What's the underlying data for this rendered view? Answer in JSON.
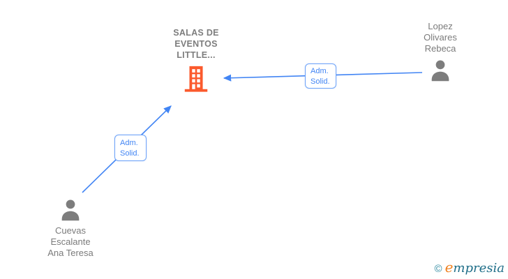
{
  "canvas": {
    "background": "#ffffff"
  },
  "colors": {
    "edge": "#4285f4",
    "edge_label_text": "#4285f4",
    "edge_label_border": "#6fa4f8",
    "node_text": "#7b7b7b",
    "building_icon": "#fb5a2d",
    "person_icon": "#7d7d7d",
    "logo_teal": "#1f6e88",
    "logo_orange": "#f0811f"
  },
  "nodes": {
    "company": {
      "name_lines": [
        "SALAS DE",
        "EVENTOS",
        "LITTLE..."
      ],
      "icon": "building-icon"
    },
    "person_right": {
      "name_lines": [
        "Lopez",
        "Olivares",
        "Rebeca"
      ],
      "icon": "person-icon"
    },
    "person_left": {
      "name_lines": [
        "Cuevas",
        "Escalante",
        "Ana Teresa"
      ],
      "icon": "person-icon"
    }
  },
  "edges": [
    {
      "from": "person_right",
      "to": "company",
      "label_lines": [
        "Adm.",
        "Solid."
      ]
    },
    {
      "from": "person_left",
      "to": "company",
      "label_lines": [
        "Adm.",
        "Solid."
      ]
    }
  ],
  "footer": {
    "copyright": "©",
    "brand_initial": "e",
    "brand_rest": "mpresia"
  }
}
